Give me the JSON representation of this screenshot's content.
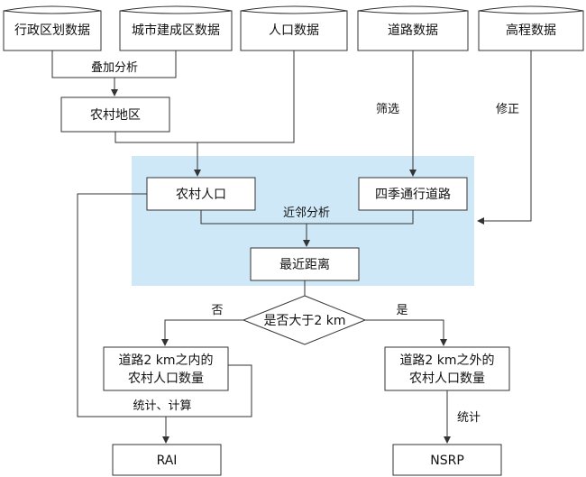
{
  "colors": {
    "highlight": "#cfe8f7",
    "stroke": "#333333"
  },
  "sources": {
    "admin": "行政区划数据",
    "urban": "城市建成区数据",
    "population": "人口数据",
    "road": "道路数据",
    "elevation": "高程数据"
  },
  "nodes": {
    "rural_area": "农村地区",
    "rural_pop": "农村人口",
    "all_season_road": "四季通行道路",
    "nearest_distance": "最近距离",
    "decision": "是否大于2 km",
    "within": [
      "道路2 km之内的",
      "农村人口数量"
    ],
    "beyond": [
      "道路2 km之外的",
      "农村人口数量"
    ],
    "rai": "RAI",
    "nsrp": "NSRP"
  },
  "labels": {
    "overlay": "叠加分析",
    "filter": "筛选",
    "correct": "修正",
    "neighbor": "近邻分析",
    "no": "否",
    "yes": "是",
    "stat_calc": "统计、计算",
    "stat": "统计"
  }
}
